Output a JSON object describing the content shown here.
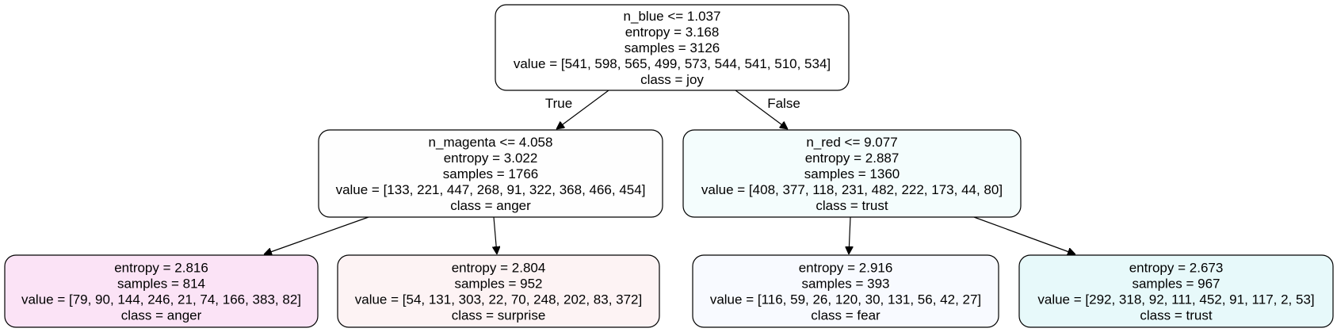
{
  "nodes": [
    {
      "id": "root",
      "fill": "#ffffff",
      "lines": [
        "n_blue <= 1.037",
        "entropy = 3.168",
        "samples = 3126",
        "value = [541, 598, 565, 499, 573, 544, 541, 510, 534]",
        "class = joy"
      ]
    },
    {
      "id": "left",
      "fill": "#fefefe",
      "lines": [
        "n_magenta <= 4.058",
        "entropy = 3.022",
        "samples = 1766",
        "value = [133, 221, 447, 268, 91, 322, 368, 466, 454]",
        "class = anger"
      ]
    },
    {
      "id": "right",
      "fill": "#f4fdfd",
      "lines": [
        "n_red <= 9.077",
        "entropy = 2.887",
        "samples = 1360",
        "value = [408, 377, 118, 231, 482, 222, 173, 44, 80]",
        "class = trust"
      ]
    },
    {
      "id": "ll",
      "fill": "#fbe3f6",
      "lines": [
        "entropy = 2.816",
        "samples = 814",
        "value = [79, 90, 144, 246, 21, 74, 166, 383, 82]",
        "class = anger"
      ]
    },
    {
      "id": "lr",
      "fill": "#fdf3f4",
      "lines": [
        "entropy = 2.804",
        "samples = 952",
        "value = [54, 131, 303, 22, 70, 248, 202, 83, 372]",
        "class = surprise"
      ]
    },
    {
      "id": "rl",
      "fill": "#f8faff",
      "lines": [
        "entropy = 2.916",
        "samples = 393",
        "value = [116, 59, 26, 120, 30, 131, 56, 42, 27]",
        "class = fear"
      ]
    },
    {
      "id": "rr",
      "fill": "#e7f9fa",
      "lines": [
        "entropy = 2.673",
        "samples = 967",
        "value = [292, 318, 92, 111, 452, 91, 117, 2, 53]",
        "class = trust"
      ]
    }
  ],
  "edges": [
    {
      "from": "root",
      "to": "left",
      "label": "True"
    },
    {
      "from": "root",
      "to": "right",
      "label": "False"
    },
    {
      "from": "left",
      "to": "ll",
      "label": ""
    },
    {
      "from": "left",
      "to": "lr",
      "label": ""
    },
    {
      "from": "right",
      "to": "rl",
      "label": ""
    },
    {
      "from": "right",
      "to": "rr",
      "label": ""
    }
  ]
}
